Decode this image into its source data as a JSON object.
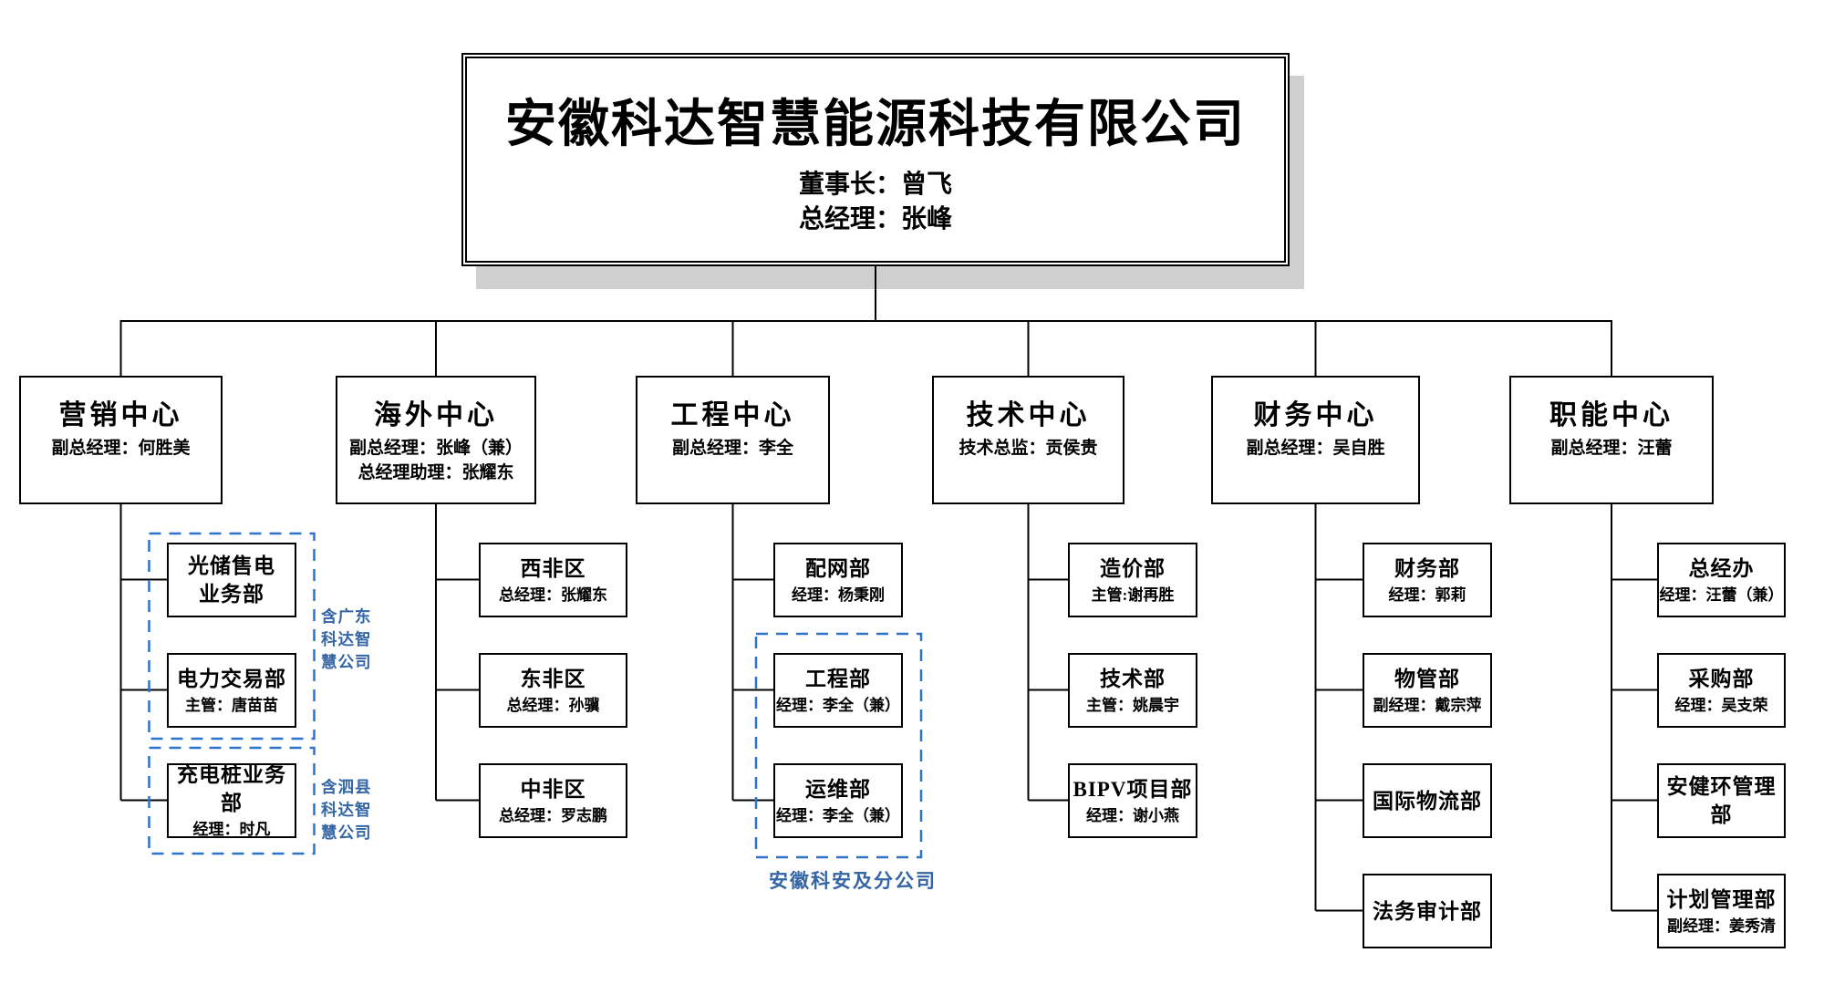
{
  "colors": {
    "line_black": "#000000",
    "dash_blue": "#2b74c9",
    "label_blue": "#3465a4",
    "shadow_gray": "#cfcfcf"
  },
  "root": {
    "title": "安徽科达智慧能源科技有限公司",
    "chairman_line": "董事长：曾飞",
    "gm_line": "总经理：张峰"
  },
  "centers": [
    {
      "title": "营销中心",
      "leaders": [
        "副总经理：何胜美"
      ],
      "children": [
        {
          "title": "光储售电\n业务部"
        },
        {
          "title": "电力交易部",
          "subtitle": "主管：唐苗苗"
        },
        {
          "title": "充电桩业务部",
          "subtitle": "经理：时凡"
        }
      ]
    },
    {
      "title": "海外中心",
      "leaders": [
        "副总经理：张峰（兼）",
        "总经理助理：张耀东"
      ],
      "children": [
        {
          "title": "西非区",
          "subtitle": "总经理：张耀东"
        },
        {
          "title": "东非区",
          "subtitle": "总经理：孙骥"
        },
        {
          "title": "中非区",
          "subtitle": "总经理：罗志鹏"
        }
      ]
    },
    {
      "title": "工程中心",
      "leaders": [
        "副总经理：李全"
      ],
      "children": [
        {
          "title": "配网部",
          "subtitle": "经理：杨秉刚"
        },
        {
          "title": "工程部",
          "subtitle": "经理：李全（兼）"
        },
        {
          "title": "运维部",
          "subtitle": "经理：李全（兼）"
        }
      ]
    },
    {
      "title": "技术中心",
      "leaders": [
        "技术总监：贡侯贵"
      ],
      "children": [
        {
          "title": "造价部",
          "subtitle": "主管:谢再胜"
        },
        {
          "title": "技术部",
          "subtitle": "主管：姚晨宇"
        },
        {
          "title": "BIPV项目部",
          "subtitle": "经理：谢小燕"
        }
      ]
    },
    {
      "title": "财务中心",
      "leaders": [
        "副总经理：吴自胜"
      ],
      "children": [
        {
          "title": "财务部",
          "subtitle": "经理：郭莉"
        },
        {
          "title": "物管部",
          "subtitle": "副经理：戴宗萍"
        },
        {
          "title": "国际物流部"
        },
        {
          "title": "法务审计部"
        }
      ]
    },
    {
      "title": "职能中心",
      "leaders": [
        "副总经理：汪蕾"
      ],
      "children": [
        {
          "title": "总经办",
          "subtitle": "经理：汪蕾（兼）"
        },
        {
          "title": "采购部",
          "subtitle": "经理：吴支荣"
        },
        {
          "title": "安健环管理部"
        },
        {
          "title": "计划管理部",
          "subtitle": "副经理：姜秀清"
        }
      ]
    }
  ],
  "annotations": {
    "guangdong": "含广东\n科达智\n慧公司",
    "sixian": "含泗县\n科达智\n慧公司",
    "keran_branch": "安徽科安及分公司"
  }
}
